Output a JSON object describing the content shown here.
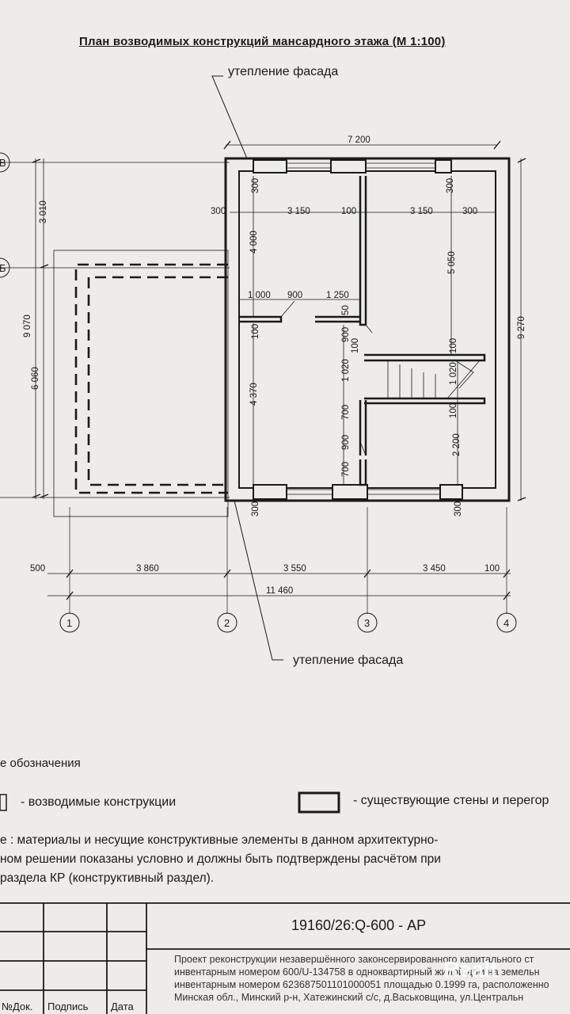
{
  "title": "План возводимых конструкций мансардного этажа    (М 1:100)",
  "callouts": {
    "top": "утепление фасада",
    "bottom": "утепление фасада"
  },
  "axes": {
    "letters": [
      "В",
      "Б"
    ],
    "numbers": [
      "1",
      "2",
      "3",
      "4"
    ]
  },
  "dimensions": {
    "overall_width_top": "7 200",
    "row_widths": [
      "300",
      "3 150",
      "100",
      "3 150",
      "300"
    ],
    "top_wall": [
      "300",
      "300"
    ],
    "left_vertical": [
      "3 010",
      "9 070",
      "6 060"
    ],
    "right_vertical": "9 270",
    "room_left_upper": "4 000",
    "room_left_lower": "4 370",
    "room_right_upper": "5 050",
    "door_row": [
      "1 000",
      "900",
      "1 250"
    ],
    "partition": [
      "100",
      "50",
      "900",
      "100",
      "1 020",
      "700",
      "900",
      "700"
    ],
    "stair": [
      "100",
      "1 020",
      "100",
      "2 200"
    ],
    "bottom_wall": [
      "300",
      "300"
    ],
    "axis_spacing": [
      "500",
      "3 860",
      "3 550",
      "3 450",
      "100"
    ],
    "overall_total": "11 460"
  },
  "legend": {
    "heading": "е обозначения",
    "item_new": "- возводимые конструкции",
    "item_existing": "- существующие стены и перегор"
  },
  "note": {
    "line1": "е  :  материалы  и  несущие  конструктивные  элементы  в  данном  архитектурно-",
    "line2": "ном  решении  показаны  условно  и  должны  быть  подтверждены  расчётом  при",
    "line3": "раздела КР (конструктивный раздел)."
  },
  "stamp": {
    "code": "19160/26:Q-600 - АР",
    "desc1": "Проект реконструкции незавершённого законсервированного капитального ст",
    "desc2": "инвентарным номером 600/U-134758 в одноквартирный жилой дом на земельн",
    "desc3": "инвентарным номером 623687501101000051 площадью 0.1999 га, расположенно",
    "desc4": "Минская обл., Минский р-н, Хатежинский с/с, д.Васьковщина, ул.Центральн",
    "labels": [
      "№Док.",
      "Подпись",
      "Дата"
    ],
    "watermark": "Realt"
  }
}
